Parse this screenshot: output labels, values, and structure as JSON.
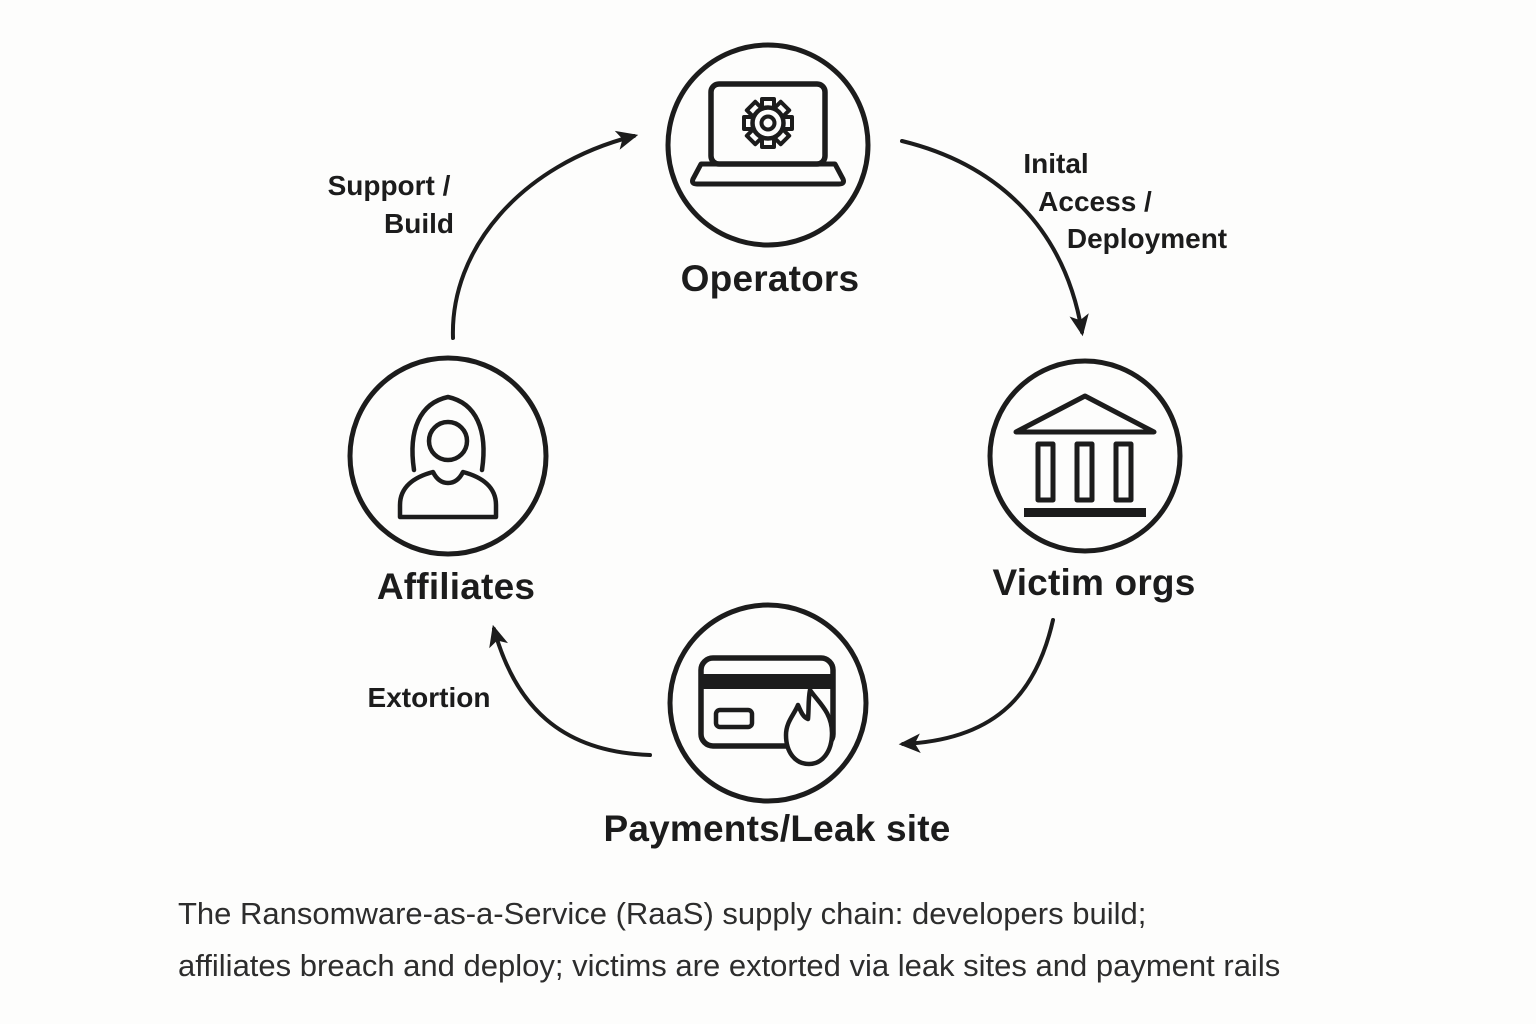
{
  "diagram": {
    "title_semantic": "Ransomware-as-a-Service supply chain cycle",
    "nodes": {
      "operators": {
        "label": "Operators",
        "icon": "laptop-gear-icon"
      },
      "victim_orgs": {
        "label": "Victim orgs",
        "icon": "bank-icon"
      },
      "payments_leak_site": {
        "label": "Payments/Leak site",
        "icon": "credit-card-flame-icon"
      },
      "affiliates": {
        "label": "Affiliates",
        "icon": "hooded-figure-icon"
      }
    },
    "edges": {
      "affiliates_to_operators": {
        "label_line1": "Support /",
        "label_line2": "Build"
      },
      "operators_to_victims": {
        "label_line1": "Inital",
        "label_line2": "Access /",
        "label_line3": "Deployment"
      },
      "victims_to_payments": {
        "label": ""
      },
      "payments_to_affiliates": {
        "label": "Extortion"
      }
    },
    "caption": {
      "line1": "The Ransomware-as-a-Service (RaaS) supply chain: developers build;",
      "line2": "affiliates breach and deploy; victims are extorted via leak sites and payment rails"
    },
    "colors": {
      "stroke": "#1c1c1c",
      "background": "#fdfdfc",
      "label_text": "#1c1c1c",
      "caption_text": "#2d2d2d"
    }
  }
}
